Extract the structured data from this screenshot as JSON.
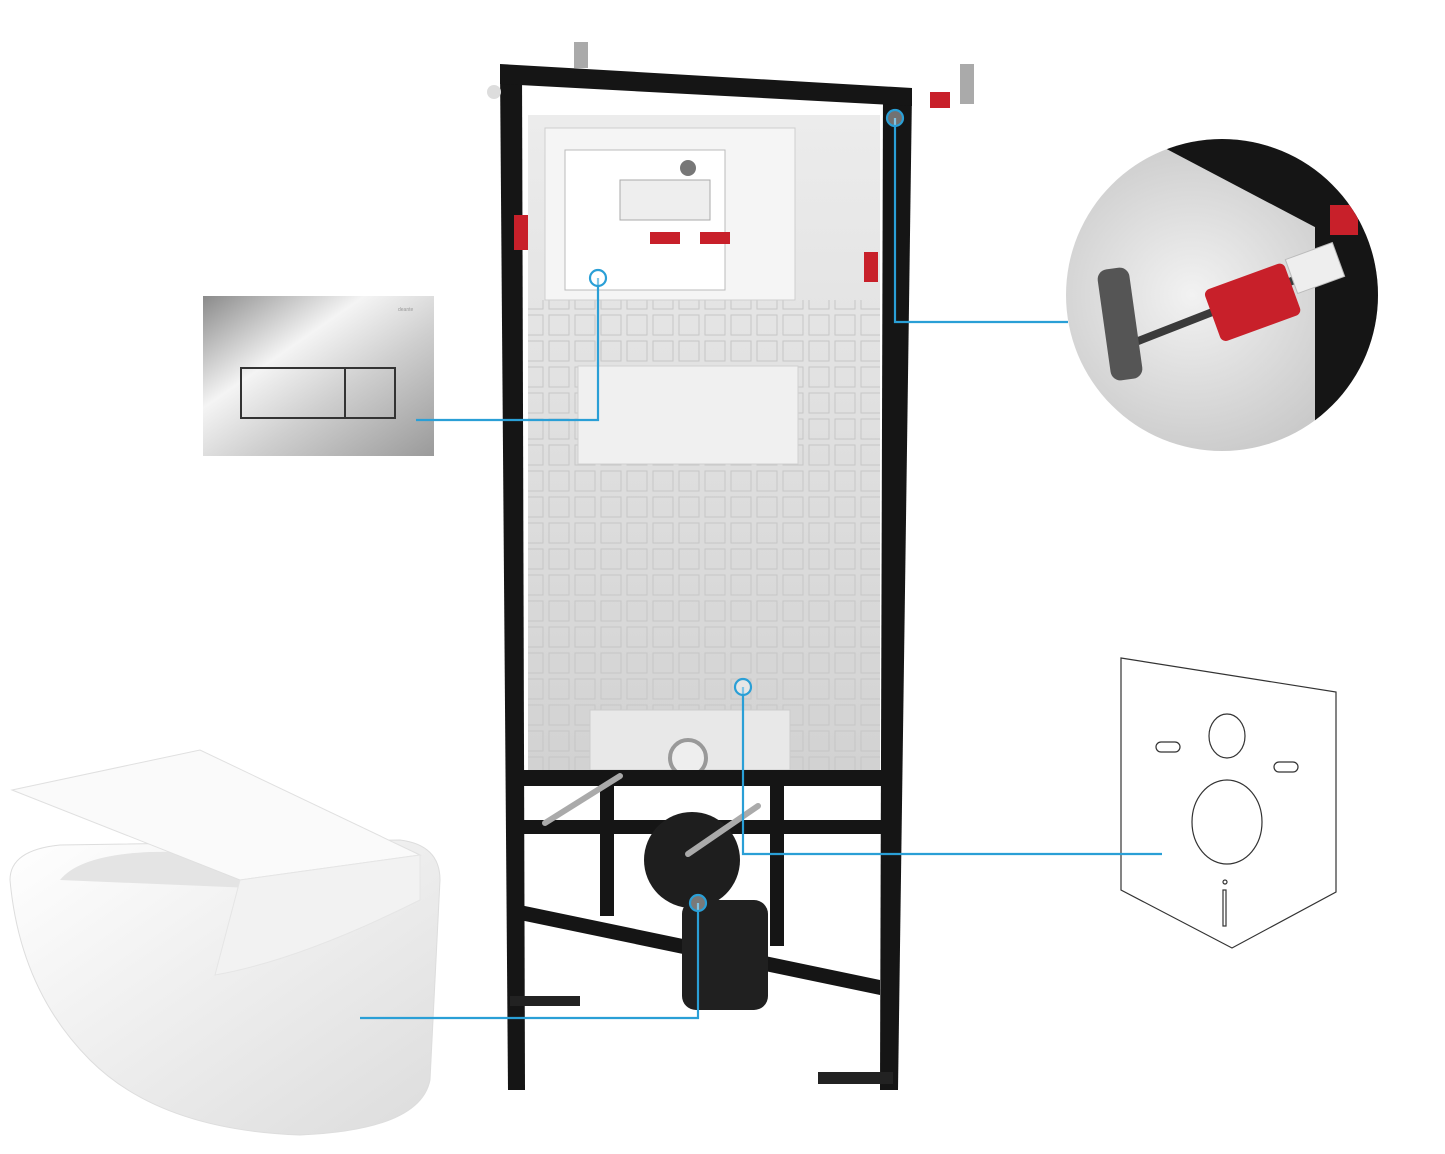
{
  "flush_plate": {
    "logo": "deante",
    "finish": "chrome"
  },
  "colors": {
    "callout": "#2a9fd6",
    "frame": "#151515",
    "accent_red": "#c8202a",
    "panel": "#dcdcdc"
  },
  "components": [
    "installation-frame",
    "cistern",
    "flush-plate",
    "wall-anchor-bolt",
    "sound-insulation-mat",
    "wall-hung-toilet"
  ]
}
